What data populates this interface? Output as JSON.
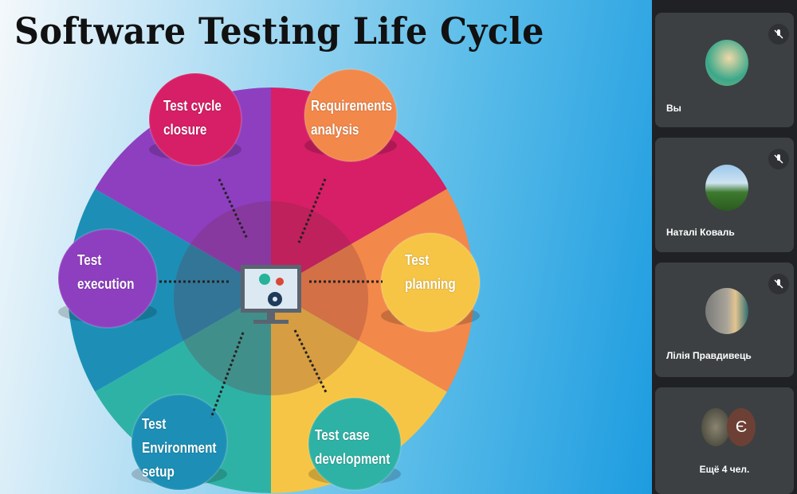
{
  "slide": {
    "title": "Software Testing Life Cycle",
    "phases": [
      {
        "label_line1": "Test cycle",
        "label_line2": "closure",
        "color": "#d61f66"
      },
      {
        "label_line1": "Requirements",
        "label_line2": "analysis",
        "color": "#f2884a"
      },
      {
        "label_line1": "Test",
        "label_line2": "planning",
        "color": "#f6c545"
      },
      {
        "label_line1": "Test case",
        "label_line2": "development",
        "color": "#2fb2a6"
      },
      {
        "label_line1": "Test",
        "label_line2": "Environment",
        "label_line3": "setup",
        "color": "#1d8fb6"
      },
      {
        "label_line1": "Test",
        "label_line2": "execution",
        "color": "#8e3fc0"
      }
    ]
  },
  "participants": {
    "tiles": [
      {
        "name": "Вы",
        "muted": true
      },
      {
        "name": "Наталі Коваль",
        "muted": true
      },
      {
        "name": "Лілія Правдивець",
        "muted": true
      }
    ],
    "more": {
      "avatar_letter": "Є",
      "label": "Ещё 4 чел."
    }
  }
}
